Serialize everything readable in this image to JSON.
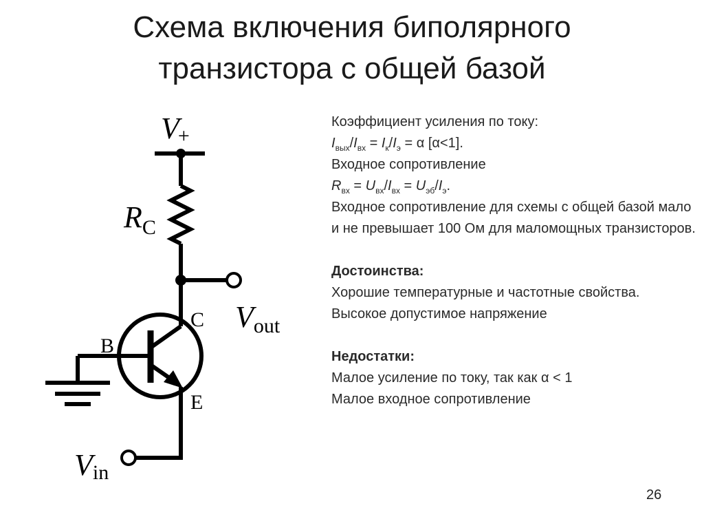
{
  "title": {
    "line1": "Схема включения биполярного",
    "line2": "транзистора с общей базой"
  },
  "circuit": {
    "labels": {
      "v_plus": "V",
      "v_plus_sub": "+",
      "rc": "R",
      "rc_sub": "C",
      "v_out": "V",
      "v_out_sub": "out",
      "collector": "C",
      "base": "B",
      "emitter": "E",
      "v_in": "V",
      "v_in_sub": "in"
    }
  },
  "info": {
    "gain_title": "Коэффициент усиления по току:",
    "gain_formula": {
      "i1": "I",
      "i1_sub": "вых",
      "slash1": "/",
      "i2": "I",
      "i2_sub": "вх",
      "eq1": " = ",
      "i3": "I",
      "i3_sub": "к",
      "slash2": "/",
      "i4": "I",
      "i4_sub": "э",
      "rest": " = α [α<1]."
    },
    "input_res_title": "Входное сопротивление",
    "input_res_formula": {
      "r": "R",
      "r_sub": "вх",
      "eq1": " = ",
      "u1": "U",
      "u1_sub": "вх",
      "slash1": "/",
      "i1": "I",
      "i1_sub": "вх",
      "eq2": " = ",
      "u2": "U",
      "u2_sub": "эб",
      "slash2": "/",
      "i2": "I",
      "i2_sub": "э",
      "end": "."
    },
    "input_res_note": "Входное сопротивление для схемы с общей базой мало и не превышает 100 Ом для маломощных транзисторов.",
    "advantages_title": "Достоинства:",
    "advantages": [
      "Хорошие температурные и частотные свойства.",
      "Высокое допустимое напряжение"
    ],
    "disadvantages_title": "Недостатки:",
    "disadvantages": [
      "Малое усиление по току, так как α < 1",
      "Малое входное сопротивление"
    ]
  },
  "page_number": "26"
}
